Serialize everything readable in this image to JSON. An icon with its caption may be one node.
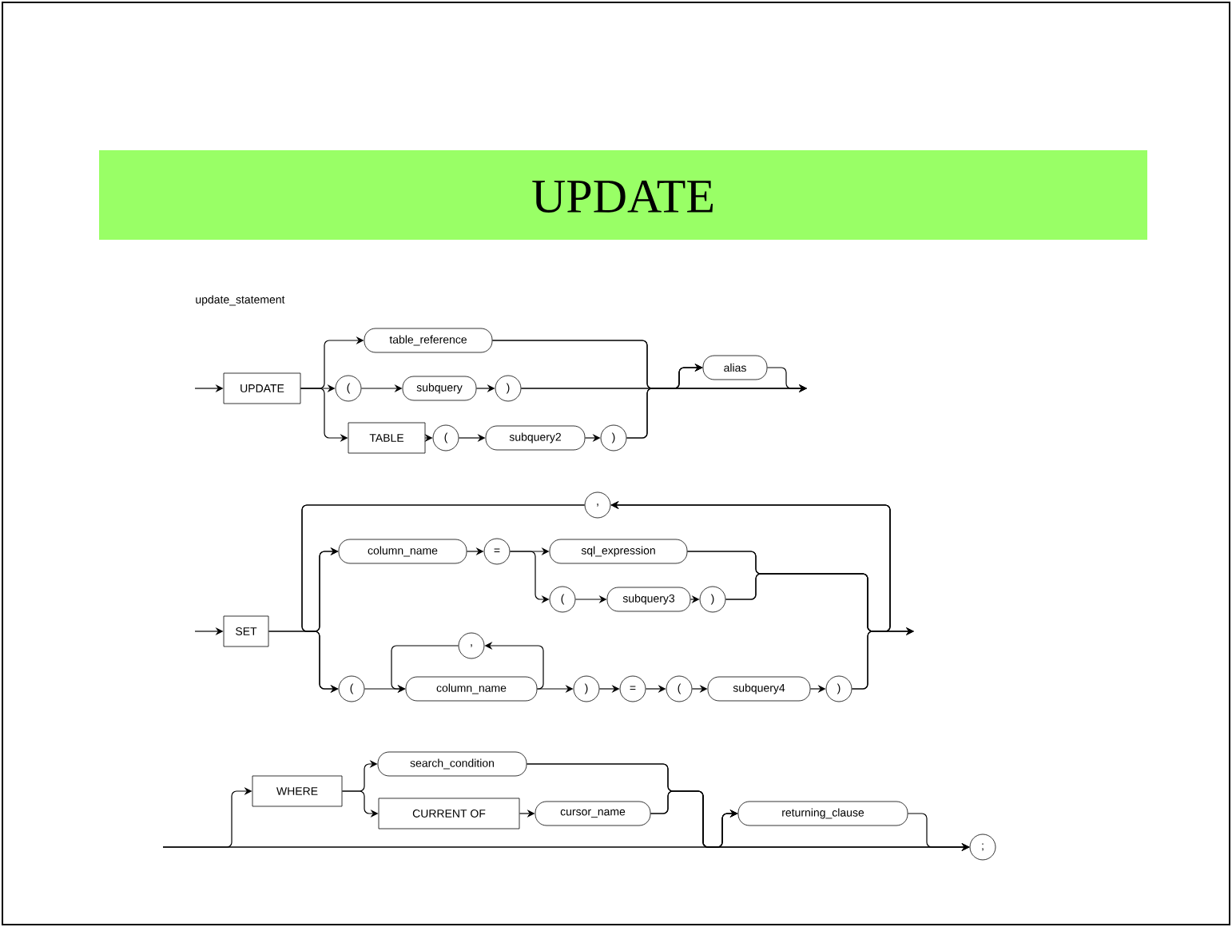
{
  "diagram": {
    "title": "UPDATE",
    "nodes": [
      {
        "text": [
          "UPDATE"
        ]
      },
      {
        "text": [
          "table_reference"
        ]
      },
      {
        "text": [
          "("
        ]
      },
      {
        "text": [
          "subquery"
        ]
      },
      {
        "text": [
          ")"
        ]
      },
      {
        "text": [
          "TABLE"
        ]
      },
      {
        "text": [
          "("
        ]
      },
      {
        "text": [
          "subquery2"
        ]
      },
      {
        "text": [
          ")"
        ]
      },
      {
        "text": [
          "alias"
        ]
      },
      {
        "text": [
          "SET"
        ]
      },
      {
        "text": [
          ","
        ]
      },
      {
        "text": [
          "column_name"
        ]
      },
      {
        "text": [
          "="
        ]
      },
      {
        "text": [
          "sql_expression"
        ]
      },
      {
        "text": [
          "("
        ]
      },
      {
        "text": [
          "subquery3"
        ]
      },
      {
        "text": [
          ")"
        ]
      },
      {
        "text": [
          "("
        ]
      },
      {
        "text": [
          "column_name"
        ]
      },
      {
        "text": [
          ","
        ]
      },
      {
        "text": [
          ")"
        ]
      },
      {
        "text": [
          "="
        ]
      },
      {
        "text": [
          "("
        ]
      },
      {
        "text": [
          "subquery4"
        ]
      },
      {
        "text": [
          ")"
        ]
      },
      {
        "text": [
          "WHERE"
        ]
      },
      {
        "text": [
          "search_condition"
        ]
      },
      {
        "text": [
          "CURRENT OF"
        ]
      },
      {
        "text": [
          "cursor_name"
        ]
      },
      {
        "text": [
          "returning_clause"
        ]
      },
      {
        "text": [
          ";"
        ]
      }
    ],
    "edges": [
      {
        "from": null,
        "to": 0,
        "arrow": "to"
      },
      {
        "from": 0,
        "to": 1,
        "arrow": "to"
      },
      {
        "from": 0,
        "to": 2,
        "arrow": "to"
      },
      {
        "from": 0,
        "to": 5,
        "arrow": "to"
      },
      {
        "from": 2,
        "to": 3,
        "arrow": "to"
      },
      {
        "from": 3,
        "to": 4,
        "arrow": "to"
      },
      {
        "from": 5,
        "to": 6,
        "arrow": "to"
      },
      {
        "from": 6,
        "to": 7,
        "arrow": "to"
      },
      {
        "from": 7,
        "to": 8,
        "arrow": "to"
      },
      {
        "from": 1,
        "to": 9,
        "arrow": "to"
      },
      {
        "from": 4,
        "to": 9,
        "arrow": "to"
      },
      {
        "from": 8,
        "to": 9,
        "arrow": "to"
      },
      {
        "from": 1,
        "to": null,
        "arrow": "to"
      },
      {
        "from": 4,
        "to": null,
        "arrow": "to"
      },
      {
        "from": 8,
        "to": null,
        "arrow": "to"
      },
      {
        "from": 9,
        "to": null,
        "arrow": "to"
      },
      {
        "from": null,
        "to": 10,
        "arrow": "to"
      },
      {
        "from": 10,
        "to": 12,
        "arrow": "to"
      },
      {
        "from": 10,
        "to": 18,
        "arrow": "to"
      },
      {
        "from": 12,
        "to": 13,
        "arrow": "to"
      },
      {
        "from": 13,
        "to": 14,
        "arrow": "to"
      },
      {
        "from": 13,
        "to": 15,
        "arrow": "to"
      },
      {
        "from": 15,
        "to": 16,
        "arrow": "to"
      },
      {
        "from": 16,
        "to": 17,
        "arrow": "to"
      },
      {
        "from": 14,
        "to": null,
        "arrow": "to"
      },
      {
        "from": 17,
        "to": null,
        "arrow": "to"
      },
      {
        "from": 25,
        "to": null,
        "arrow": "to"
      },
      {
        "from": 14,
        "to": 11,
        "arrow": "to"
      },
      {
        "from": 17,
        "to": 11,
        "arrow": "to"
      },
      {
        "from": 25,
        "to": 11,
        "arrow": "to"
      },
      {
        "from": 11,
        "to": 12,
        "arrow": "to"
      },
      {
        "from": 11,
        "to": 18,
        "arrow": "to"
      },
      {
        "from": 18,
        "to": 19,
        "arrow": "to"
      },
      {
        "from": 19,
        "to": 20,
        "arrow": "to"
      },
      {
        "from": 20,
        "to": 19,
        "arrow": "to"
      },
      {
        "from": 19,
        "to": 21,
        "arrow": "to"
      },
      {
        "from": 21,
        "to": 22,
        "arrow": "to"
      },
      {
        "from": 22,
        "to": 23,
        "arrow": "to"
      },
      {
        "from": 23,
        "to": 24,
        "arrow": "to"
      },
      {
        "from": 24,
        "to": 25,
        "arrow": "to"
      },
      {
        "from": null,
        "to": 26,
        "arrow": "to"
      },
      {
        "from": 26,
        "to": 27,
        "arrow": "to"
      },
      {
        "from": 26,
        "to": 28,
        "arrow": "to"
      },
      {
        "from": 28,
        "to": 29,
        "arrow": "to"
      },
      {
        "from": 27,
        "to": 30,
        "arrow": "to"
      },
      {
        "from": 29,
        "to": 30,
        "arrow": "to"
      },
      {
        "from": 27,
        "to": 31,
        "arrow": "to"
      },
      {
        "from": 29,
        "to": 31,
        "arrow": "to"
      },
      {
        "from": 30,
        "to": 31,
        "arrow": "to"
      },
      {
        "from": null,
        "to": 30,
        "arrow": "to"
      },
      {
        "from": null,
        "to": 31,
        "arrow": "to"
      }
    ],
    "labels": [
      "update_statement"
    ]
  }
}
